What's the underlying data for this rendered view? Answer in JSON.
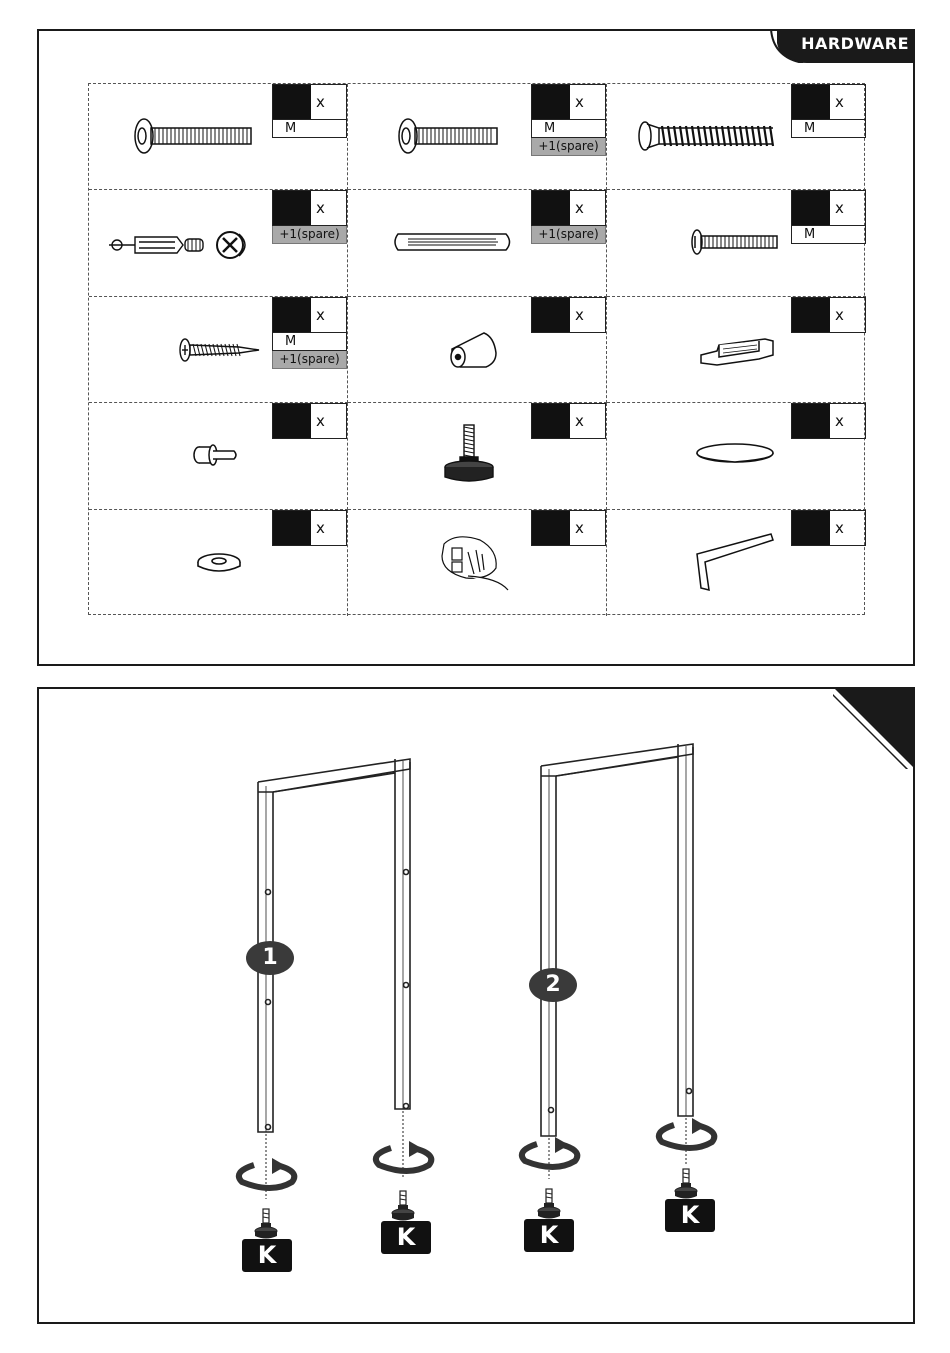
{
  "hardware": {
    "tab_label": "HARDWARE",
    "cells": [
      {
        "id": "bolt-long",
        "icon": "long-bolt-icon",
        "qty": "x",
        "m": "M",
        "spare": ""
      },
      {
        "id": "bolt-medium",
        "icon": "medium-bolt-icon",
        "qty": "x",
        "m": "M",
        "spare": "+1(spare)"
      },
      {
        "id": "threaded-insert",
        "icon": "threaded-insert-icon",
        "qty": "x",
        "m": "M",
        "spare": ""
      },
      {
        "id": "cam-lock",
        "icon": "cam-lock-bolt-icon",
        "qty": "x",
        "m": "",
        "spare": "+1(spare)"
      },
      {
        "id": "wood-dowel",
        "icon": "wood-dowel-icon",
        "qty": "x",
        "m": "",
        "spare": "+1(spare)"
      },
      {
        "id": "short-screw",
        "icon": "machine-screw-icon",
        "qty": "x",
        "m": "M",
        "spare": ""
      },
      {
        "id": "wood-screw",
        "icon": "wood-screw-icon",
        "qty": "x",
        "m": "M",
        "spare": "+1(spare)"
      },
      {
        "id": "tapered-foot",
        "icon": "tapered-foot-icon",
        "qty": "x",
        "m": "",
        "spare": ""
      },
      {
        "id": "magnetic-catch",
        "icon": "magnetic-catch-icon",
        "qty": "x",
        "m": "",
        "spare": ""
      },
      {
        "id": "shelf-pin",
        "icon": "shelf-pin-icon",
        "qty": "x",
        "m": "",
        "spare": ""
      },
      {
        "id": "leveling-foot",
        "icon": "leveling-foot-icon",
        "qty": "x",
        "m": "",
        "spare": ""
      },
      {
        "id": "felt-pad",
        "icon": "round-pad-icon",
        "qty": "x",
        "m": "",
        "spare": ""
      },
      {
        "id": "washer",
        "icon": "washer-icon",
        "qty": "x",
        "m": "",
        "spare": ""
      },
      {
        "id": "hardware-bag",
        "icon": "hardware-bag-icon",
        "qty": "x",
        "m": "",
        "spare": ""
      },
      {
        "id": "allen-key",
        "icon": "allen-key-icon",
        "qty": "x",
        "m": "",
        "spare": ""
      }
    ]
  },
  "step": {
    "frames": [
      {
        "number": "1"
      },
      {
        "number": "2"
      }
    ],
    "part_labels": [
      "K",
      "K",
      "K",
      "K"
    ]
  }
}
